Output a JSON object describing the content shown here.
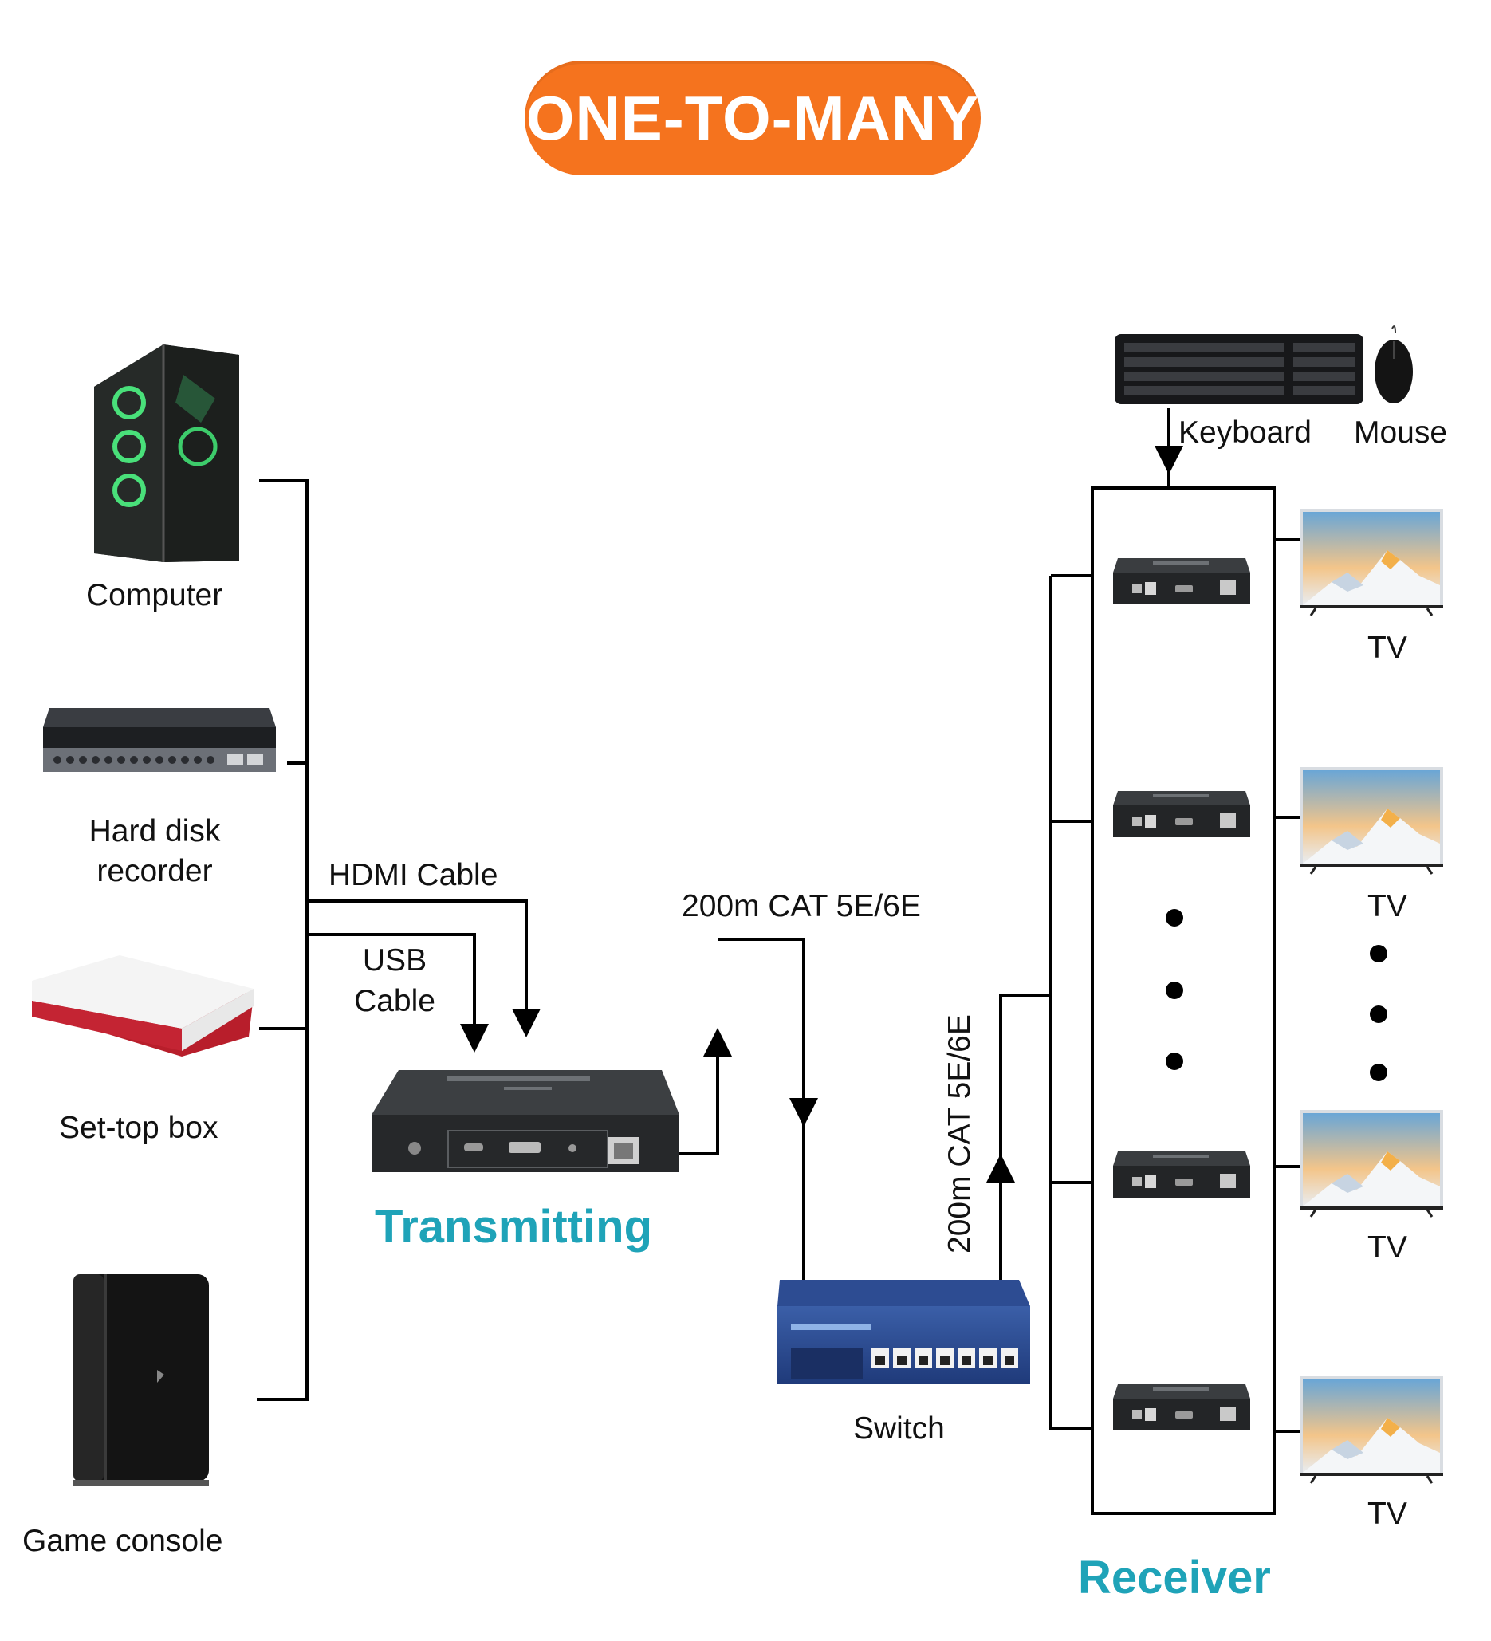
{
  "title": "ONE-TO-MANY",
  "colors": {
    "title_bg": "#f5731e",
    "accent_text": "#1fa3b8",
    "line": "#000000"
  },
  "sources": {
    "computer": "Computer",
    "hdr_line1": "Hard disk",
    "hdr_line2": "recorder",
    "settop": "Set-top box",
    "console": "Game console"
  },
  "cables": {
    "hdmi": "HDMI Cable",
    "usb_line1": "USB",
    "usb_line2": "Cable",
    "cat_top": "200m CAT 5E/6E",
    "cat_side": "200m CAT 5E/6E"
  },
  "devices": {
    "transmitter": "Transmitting",
    "switch": "Switch",
    "receiver": "Receiver",
    "keyboard": "Keyboard",
    "mouse": "Mouse",
    "tv": "TV"
  },
  "icons": [
    "pc-tower-icon",
    "dvr-icon",
    "settop-box-icon",
    "game-console-icon",
    "transmitter-icon",
    "switch-icon",
    "receiver-icon",
    "tv-icon",
    "keyboard-icon",
    "mouse-icon"
  ]
}
